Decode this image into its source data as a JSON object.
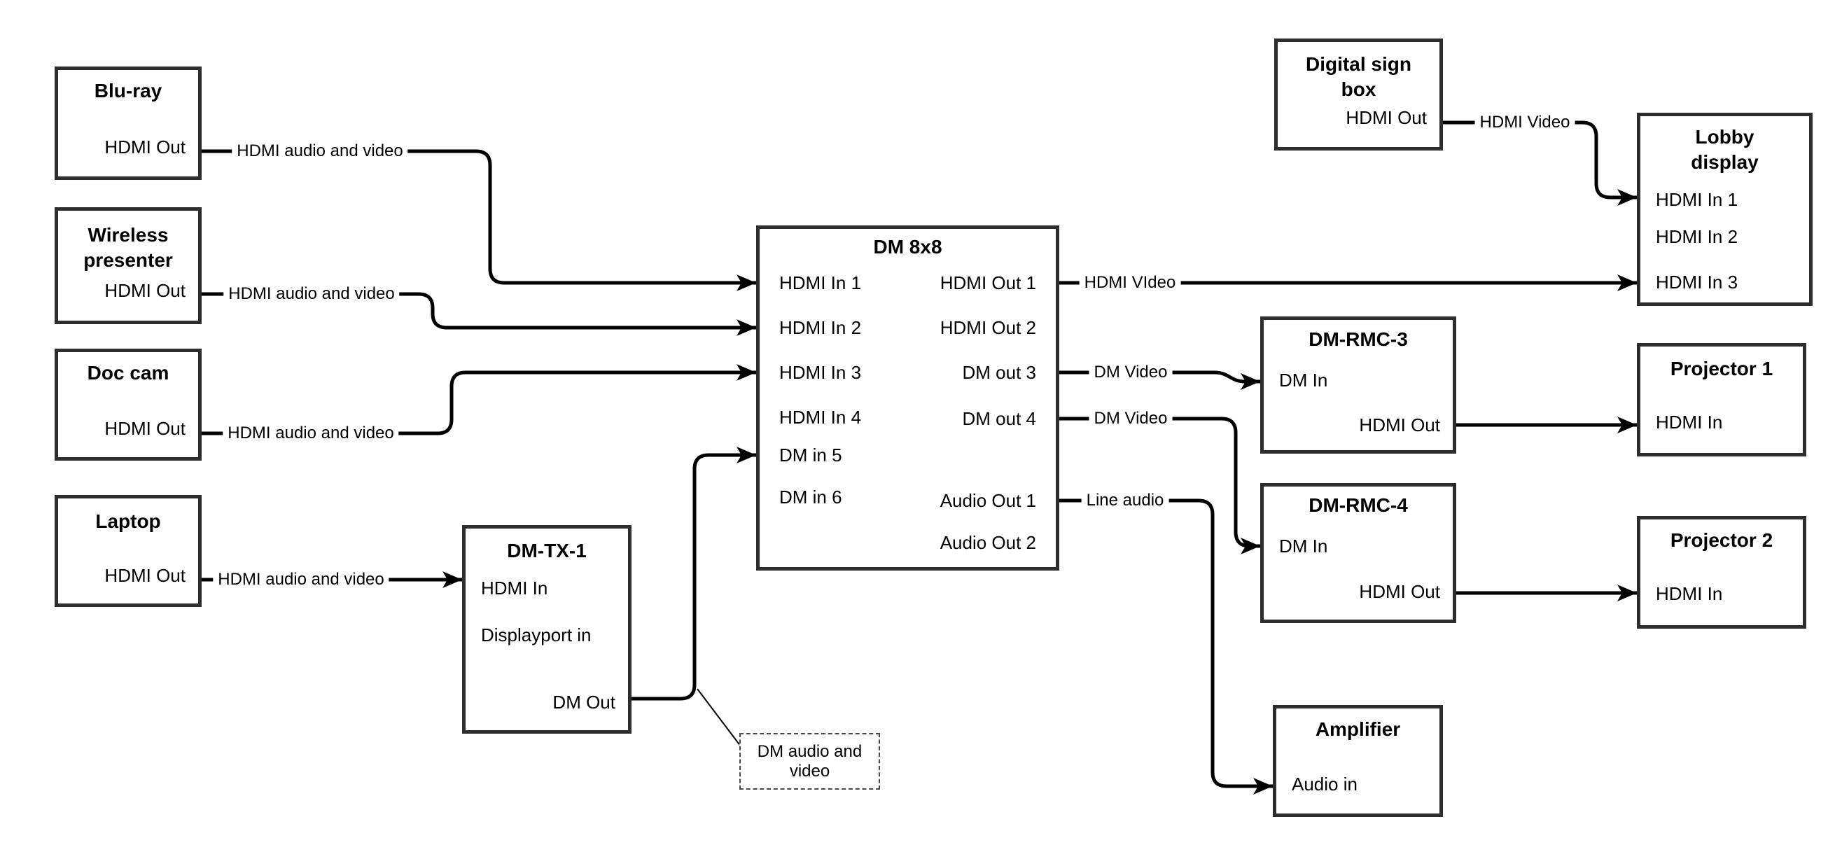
{
  "nodes": {
    "bluray": {
      "title": "Blu-ray",
      "ports": {
        "hdmi_out": "HDMI Out"
      }
    },
    "wireless_presenter": {
      "title": "Wireless\npresenter",
      "ports": {
        "hdmi_out": "HDMI Out"
      }
    },
    "doc_cam": {
      "title": "Doc cam",
      "ports": {
        "hdmi_out": "HDMI Out"
      }
    },
    "laptop": {
      "title": "Laptop",
      "ports": {
        "hdmi_out": "HDMI Out"
      }
    },
    "dm_tx_1": {
      "title": "DM-TX-1",
      "ports": {
        "hdmi_in": "HDMI In",
        "displayport_in": "Displayport in",
        "dm_out": "DM Out"
      }
    },
    "dm_8x8": {
      "title": "DM 8x8",
      "ports": {
        "hdmi_in_1": "HDMI In 1",
        "hdmi_in_2": "HDMI In 2",
        "hdmi_in_3": "HDMI In 3",
        "hdmi_in_4": "HDMI In 4",
        "dm_in_5": "DM in 5",
        "dm_in_6": "DM in 6",
        "hdmi_out_1": "HDMI Out 1",
        "hdmi_out_2": "HDMI Out 2",
        "dm_out_3": "DM out 3",
        "dm_out_4": "DM out 4",
        "audio_out_1": "Audio Out 1",
        "audio_out_2": "Audio Out 2"
      }
    },
    "digital_sign_box": {
      "title": "Digital sign\nbox",
      "ports": {
        "hdmi_out": "HDMI Out"
      }
    },
    "lobby_display": {
      "title": "Lobby\ndisplay",
      "ports": {
        "hdmi_in_1": "HDMI In 1",
        "hdmi_in_2": "HDMI In 2",
        "hdmi_in_3": "HDMI In 3"
      }
    },
    "dm_rmc_3": {
      "title": "DM-RMC-3",
      "ports": {
        "dm_in": "DM In",
        "hdmi_out": "HDMI Out"
      }
    },
    "dm_rmc_4": {
      "title": "DM-RMC-4",
      "ports": {
        "dm_in": "DM In",
        "hdmi_out": "HDMI Out"
      }
    },
    "projector_1": {
      "title": "Projector 1",
      "ports": {
        "hdmi_in": "HDMI In"
      }
    },
    "projector_2": {
      "title": "Projector 2",
      "ports": {
        "hdmi_in": "HDMI In"
      }
    },
    "amplifier": {
      "title": "Amplifier",
      "ports": {
        "audio_in": "Audio in"
      }
    }
  },
  "edge_labels": {
    "bluray_to_dm8x8": "HDMI audio and video",
    "wireless_to_dm8x8": "HDMI audio and video",
    "doccam_to_dm8x8": "HDMI audio and video",
    "laptop_to_dmtx1": "HDMI audio and video",
    "dm8x8_to_lobby": "HDMI VIdeo",
    "dm8x8_to_rmc3": "DM Video",
    "dm8x8_to_rmc4": "DM Video",
    "dm8x8_to_amplifier": "Line audio",
    "sign_to_lobby": "HDMI Video"
  },
  "note": {
    "text": "DM audio and\nvideo"
  },
  "colors": {
    "background": "#ffffff",
    "wire": "#000000",
    "box_border": "#2e2e2e",
    "text": "#000000"
  }
}
